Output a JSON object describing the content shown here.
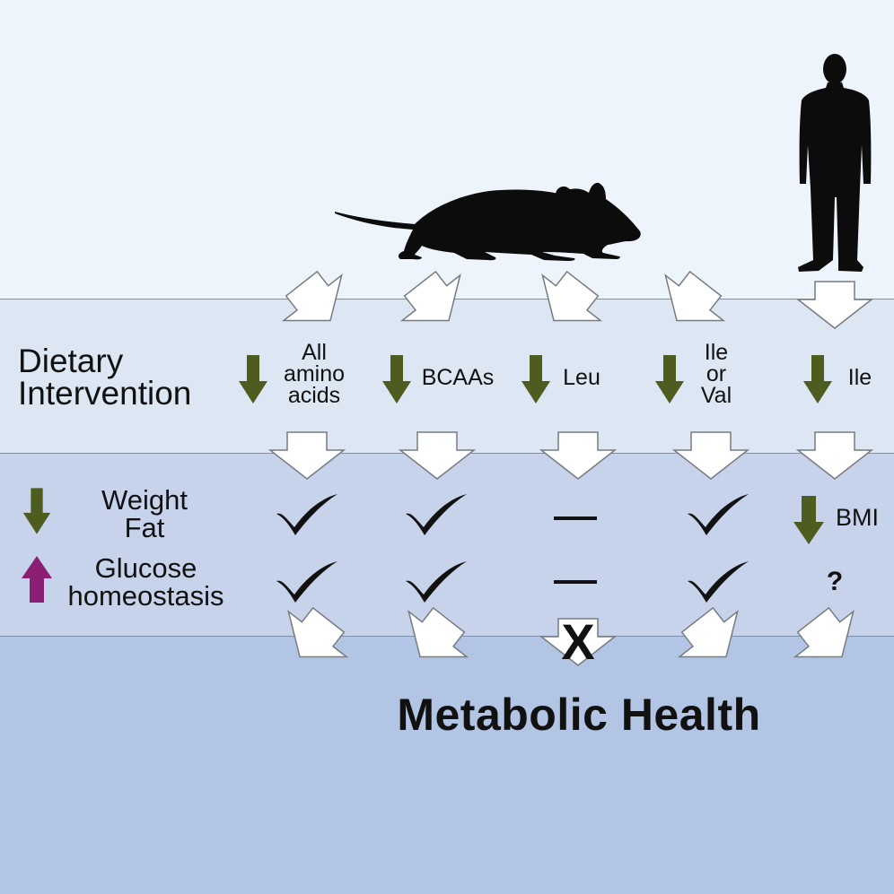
{
  "rows": {
    "dietary_intervention": [
      "Dietary",
      "Intervention"
    ],
    "weight_fat": [
      "Weight",
      "Fat"
    ],
    "glucose": [
      "Glucose",
      "homeostasis"
    ]
  },
  "columns": [
    {
      "lines": [
        "All",
        "amino",
        "acids"
      ],
      "weight_fat": "check",
      "glucose": "check",
      "outcome": "arrow"
    },
    {
      "lines": [
        "BCAAs"
      ],
      "weight_fat": "check",
      "glucose": "check",
      "outcome": "arrow"
    },
    {
      "lines": [
        "Leu"
      ],
      "weight_fat": "dash",
      "glucose": "dash",
      "outcome": "X"
    },
    {
      "lines": [
        "Ile",
        "or",
        "Val"
      ],
      "weight_fat": "check",
      "glucose": "check",
      "outcome": "arrow"
    },
    {
      "lines": [
        "Ile"
      ],
      "weight_fat": "BMI",
      "glucose": "?",
      "outcome": "arrow"
    }
  ],
  "subjects": [
    "mouse-silhouette",
    "human-silhouette"
  ],
  "outcome_title": "Metabolic Health",
  "colors": {
    "decrease_arrow": "#4e5c20",
    "increase_arrow": "#8a1f73",
    "band_top": "#eef4fb",
    "band_diet": "#dde7f4",
    "band_effect": "#c6d3ea",
    "band_health": "#b3c5e4"
  }
}
